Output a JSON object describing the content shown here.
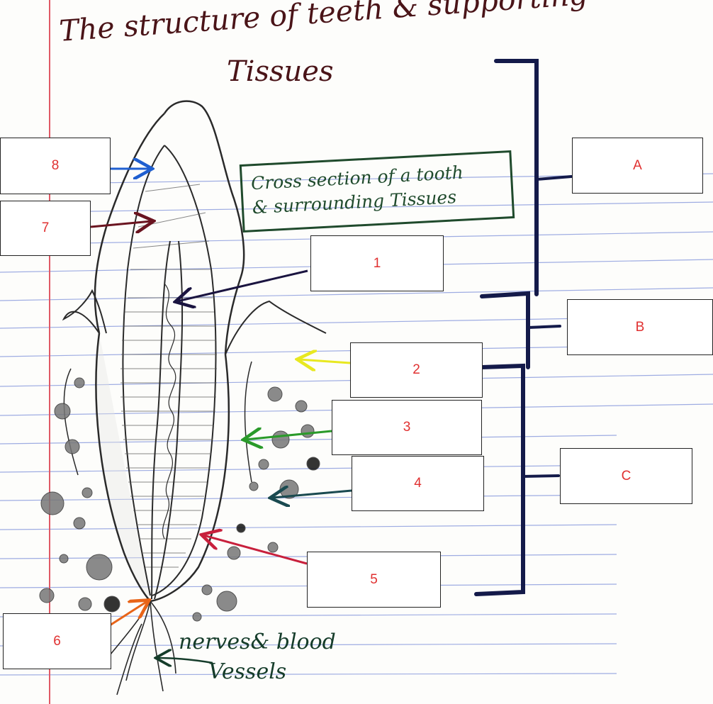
{
  "title": {
    "line1": "The structure of teeth & supporting",
    "line2": "Tissues"
  },
  "caption": {
    "line1": "Cross section of a tooth",
    "line2": "& surrounding Tissues"
  },
  "nerve_note": {
    "line1": "nerves& blood",
    "line2": "Vessels"
  },
  "labels": {
    "n1": "1",
    "n2": "2",
    "n3": "3",
    "n4": "4",
    "n5": "5",
    "n6": "6",
    "n7": "7",
    "n8": "8",
    "A": "A",
    "B": "B",
    "C": "C"
  },
  "colors": {
    "label_text": "#e03030",
    "ruled_line": "#7c8ed6",
    "margin_line": "#e05a66",
    "bracket": "#141a4a",
    "arrow_8": "#1f5fd0",
    "arrow_7": "#6a1420",
    "arrow_1": "#1a1440",
    "arrow_2": "#e8e820",
    "arrow_3": "#2a9a2a",
    "arrow_4": "#1a4a50",
    "arrow_5": "#c8203c",
    "arrow_6": "#e86418"
  }
}
